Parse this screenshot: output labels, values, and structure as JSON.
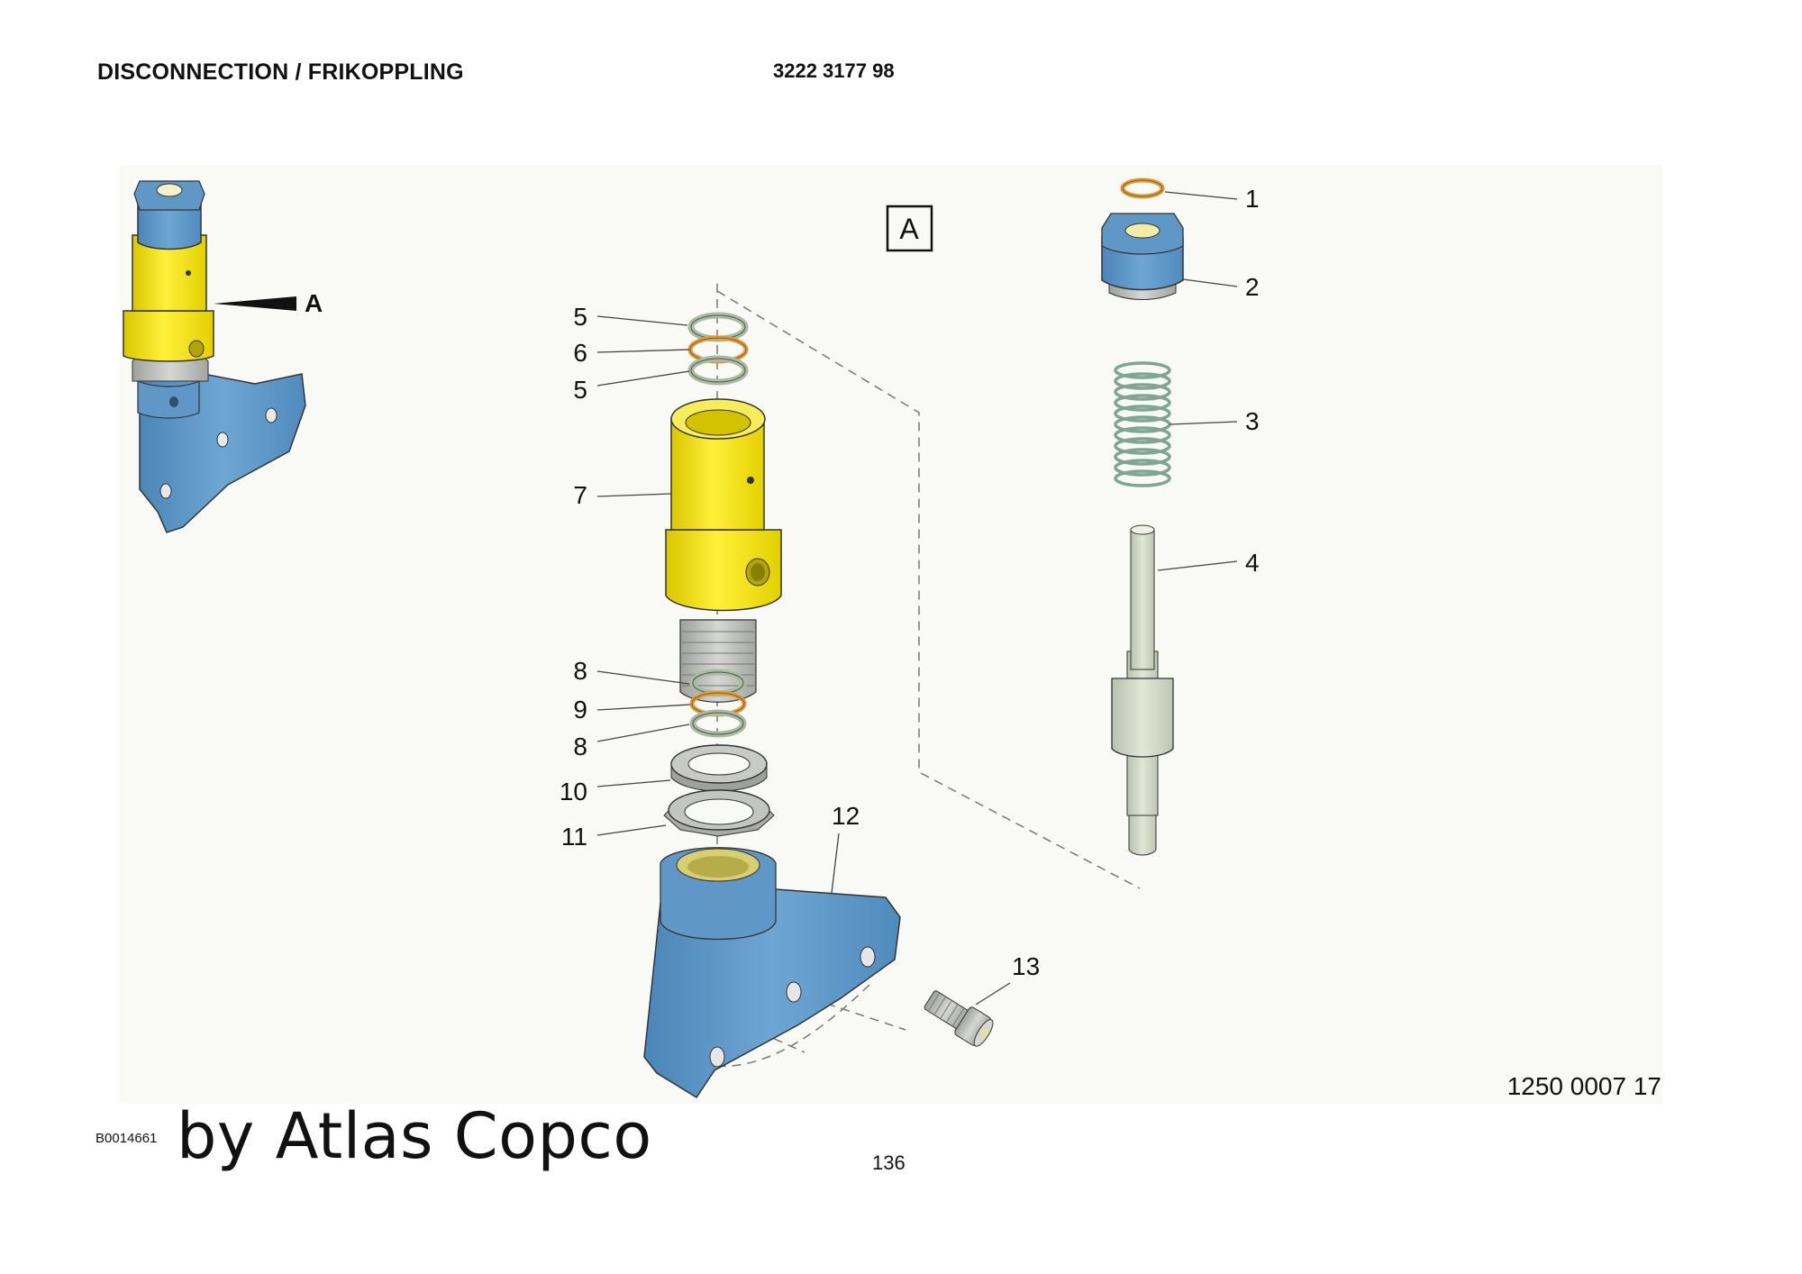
{
  "header": {
    "title": "DISCONNECTION / FRIKOPPLING",
    "part_number": "3222 3177 98"
  },
  "figure": {
    "view_label": "A",
    "callouts": [
      "1",
      "2",
      "3",
      "4",
      "5",
      "6",
      "5",
      "7",
      "8",
      "9",
      "8",
      "10",
      "11",
      "12",
      "13"
    ],
    "document_number": "1250 0007 17",
    "image_id": "B0014661",
    "watermark": "by Atlas Copco"
  },
  "footer": {
    "page_number": "136"
  },
  "colors": {
    "yellow_part": "#f2e21a",
    "blue_part": "#5f98c6",
    "seal_orange": "#e39a2e",
    "spring_green": "#a9c4b4",
    "steel_grey": "#b9bcb4",
    "pin_green": "#d4dbc6"
  }
}
